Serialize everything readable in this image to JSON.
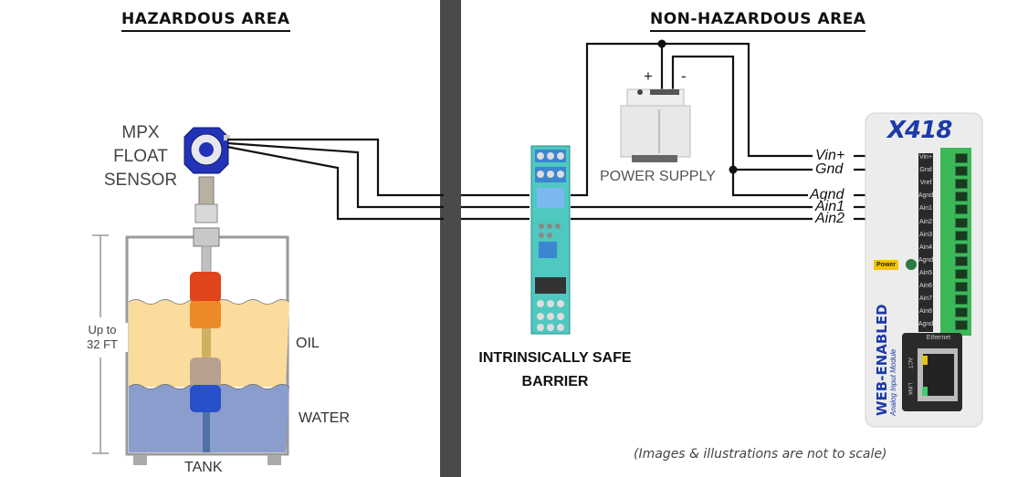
{
  "areas": {
    "hazardous": "HAZARDOUS AREA",
    "non_hazardous": "NON-HAZARDOUS AREA"
  },
  "sensor": {
    "label_lines": [
      "MPX",
      "FLOAT",
      "SENSOR"
    ]
  },
  "tank": {
    "height_label_lines": [
      "Up to",
      "32 FT"
    ],
    "oil_label": "OIL",
    "water_label": "WATER",
    "tank_label": "TANK"
  },
  "barrier": {
    "label_lines": [
      "INTRINSICALLY SAFE",
      "BARRIER"
    ]
  },
  "power_supply": {
    "label": "POWER SUPPLY",
    "plus": "+",
    "minus": "-"
  },
  "signals": [
    "Vin+",
    "Gnd",
    "Agnd",
    "Ain1",
    "Ain2"
  ],
  "device": {
    "logo": "X418",
    "brand_lines": [
      "WEB-ENABLED",
      "Analog Input Module"
    ],
    "power_led_label": "Power",
    "ethernet_label": "Ethernet",
    "act_label": "ACT",
    "link_label": "LINK",
    "terminals": [
      "Vin+",
      "Gnd",
      "Vref",
      "Agnd",
      "Ain1",
      "Ain2",
      "Ain3",
      "Ain4",
      "Agnd",
      "Ain5",
      "Ain6",
      "Ain7",
      "Ain8",
      "Agnd"
    ]
  },
  "footnote": "(Images & illustrations are not to scale)",
  "colors": {
    "divider": "#4a4a4a",
    "oil": "#fcdc9c",
    "water": "#8b9dcc",
    "barrier": "#4fc8c0",
    "terminal_green": "#3cb858",
    "logo_blue": "#1c3aa8"
  }
}
